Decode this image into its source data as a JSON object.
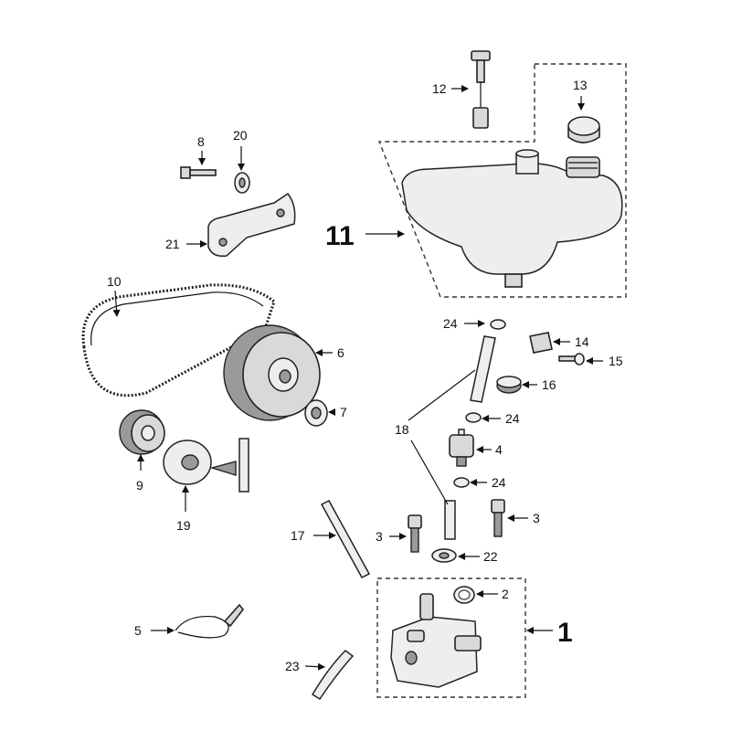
{
  "labels": {
    "l1": "1",
    "l2": "2",
    "l3a": "3",
    "l3b": "3",
    "l4": "4",
    "l5": "5",
    "l6": "6",
    "l7": "7",
    "l8": "8",
    "l9": "9",
    "l10": "10",
    "l11": "11",
    "l12": "12",
    "l13": "13",
    "l14": "14",
    "l15": "15",
    "l16": "16",
    "l17": "17",
    "l18": "18",
    "l19": "19",
    "l20": "20",
    "l21": "21",
    "l22": "22",
    "l23": "23",
    "l24a": "24",
    "l24b": "24",
    "l24c": "24"
  },
  "colors": {
    "line": "#111111",
    "part_fill": "#d9d9d9"
  }
}
